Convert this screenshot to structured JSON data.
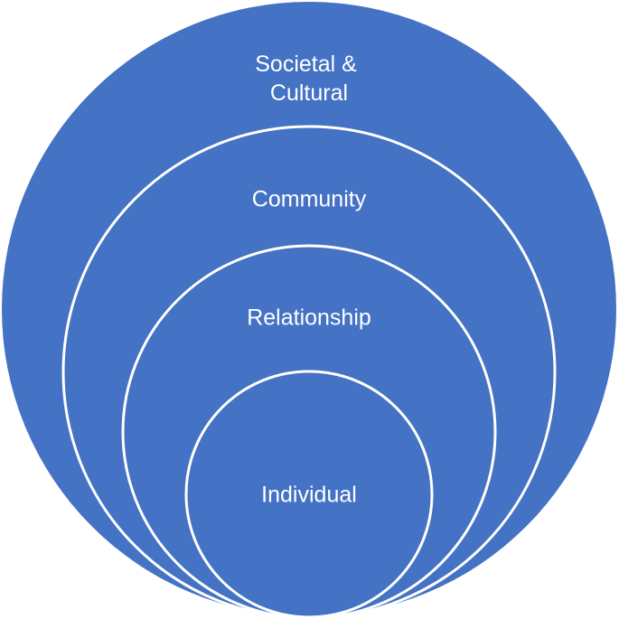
{
  "diagram": {
    "layers": {
      "outer": {
        "label_line1": "Societal &",
        "label_line2": "Cultural"
      },
      "second": {
        "label": "Community"
      },
      "third": {
        "label": "Relationship"
      },
      "inner": {
        "label": "Individual"
      }
    }
  },
  "colors": {
    "fill": "#4472c4",
    "stroke": "#ffffff",
    "text": "#ffffff"
  }
}
